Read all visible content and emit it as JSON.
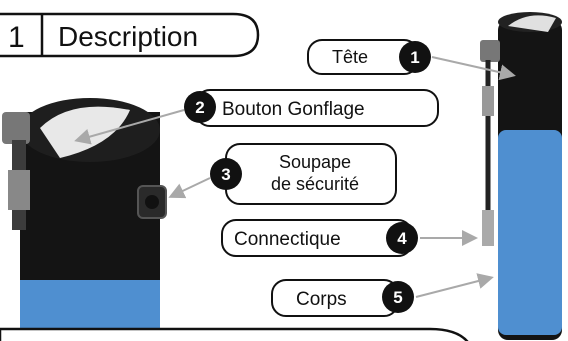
{
  "section": {
    "number": "1",
    "title": "Description"
  },
  "labels": [
    {
      "number": "1",
      "text": "Tête"
    },
    {
      "number": "2",
      "text": "Bouton Gonflage"
    },
    {
      "number": "3",
      "text_line1": "Soupape",
      "text_line2": "de sécurité"
    },
    {
      "number": "4",
      "text": "Connectique"
    },
    {
      "number": "5",
      "text": "Corps"
    }
  ],
  "colors": {
    "body_blue": "#4f8fd0",
    "tank_black": "#141414",
    "outline": "#111111",
    "arrow": "#a9a9a9"
  },
  "icons": [
    "pressure-tank",
    "valve",
    "hose",
    "pump-button"
  ]
}
